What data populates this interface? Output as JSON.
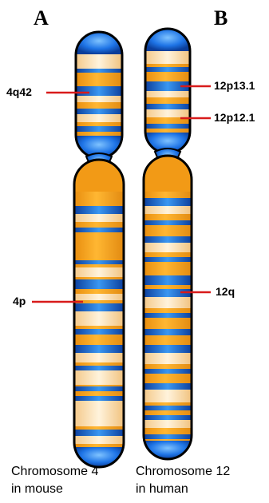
{
  "panels": {
    "a": {
      "letter": "A",
      "caption_line1": "Chromosome 4",
      "caption_line2": "in mouse",
      "band_labels": {
        "top": "4q42",
        "bottom": "4p"
      }
    },
    "b": {
      "letter": "B",
      "caption_line1": "Chromosome 12",
      "caption_line2": "in human",
      "band_labels": {
        "top1": "12p13.1",
        "top2": "12p12.1",
        "bottom": "12q"
      }
    }
  },
  "colors": {
    "band_orange": "#f7a51d",
    "band_pale": "#fde7c2",
    "band_blue": "#1f6fd6",
    "cap_blue": "#1e74e6",
    "outline": "#000000",
    "pointer": "#d81b1b"
  }
}
